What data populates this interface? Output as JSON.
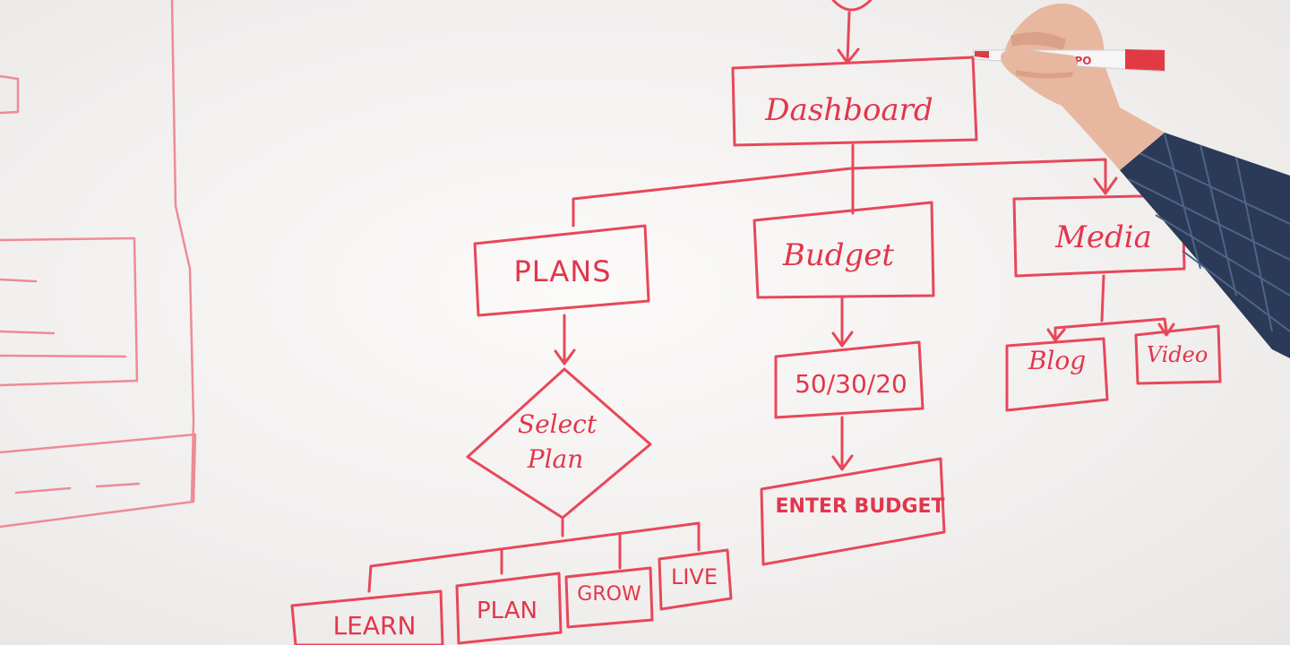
{
  "flowchart": {
    "root": "Dashboard",
    "branches": [
      "PLANS",
      "Budget",
      "Media"
    ],
    "plans_decision": [
      "Select",
      "Plan"
    ],
    "plans_options": [
      "LEARN",
      "PLAN",
      "GROW",
      "LIVE"
    ],
    "budget_rule": "50/30/20",
    "budget_action": "ENTER BUDGET",
    "media_children": [
      "Blog",
      "Video"
    ]
  },
  "marker": {
    "brand": "EXPO",
    "color": "#e23a45"
  },
  "ink_color": "#e8475a"
}
